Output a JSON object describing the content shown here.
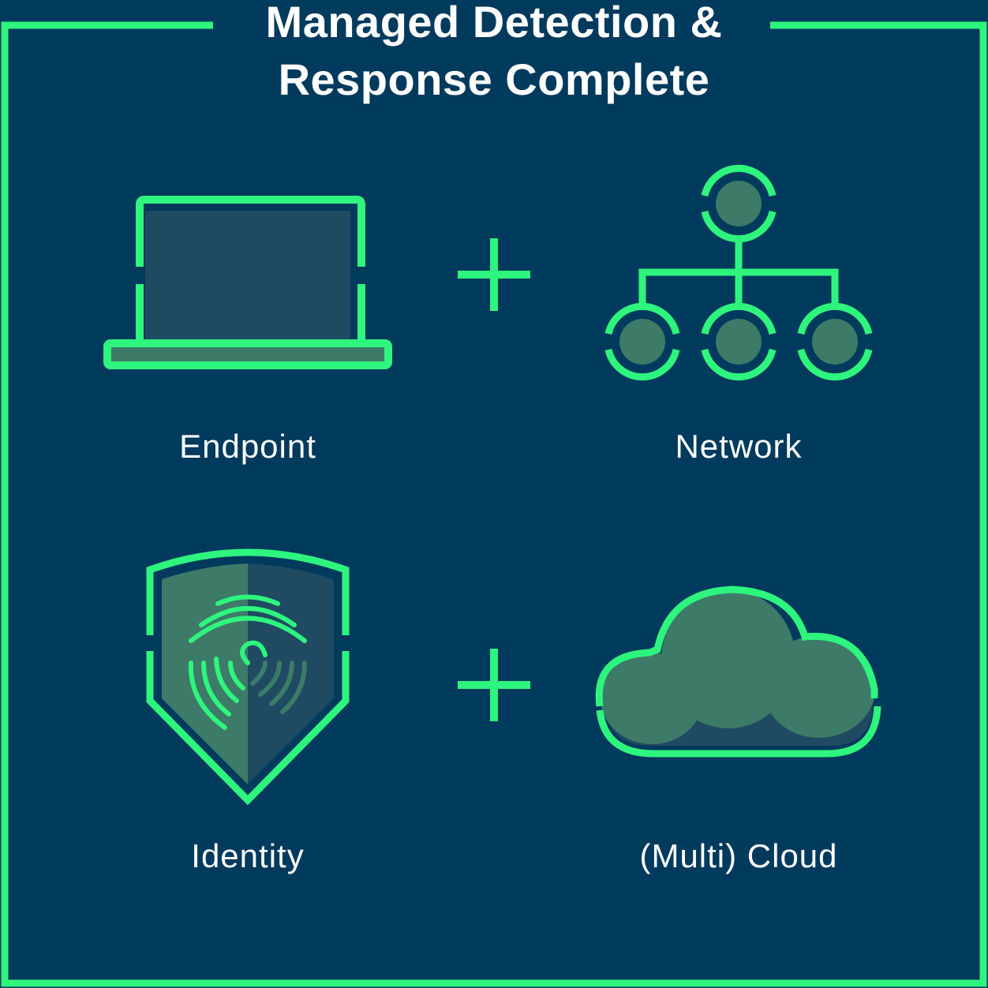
{
  "title": {
    "line1": "Managed Detection &",
    "line2": "Response Complete"
  },
  "items": [
    {
      "label": "Endpoint",
      "icon": "laptop-icon"
    },
    {
      "label": "Network",
      "icon": "network-hierarchy-icon"
    },
    {
      "label": "Identity",
      "icon": "fingerprint-shield-icon"
    },
    {
      "label": "(Multi) Cloud",
      "icon": "cloud-icon"
    }
  ],
  "connectors": [
    {
      "icon": "plus-icon"
    },
    {
      "icon": "plus-icon"
    }
  ],
  "colors": {
    "background": "#003a5d",
    "accent": "#2ef57d",
    "fill_green": "#3d7a68",
    "fill_dark": "#1f4a62",
    "text": "#ffffff"
  }
}
